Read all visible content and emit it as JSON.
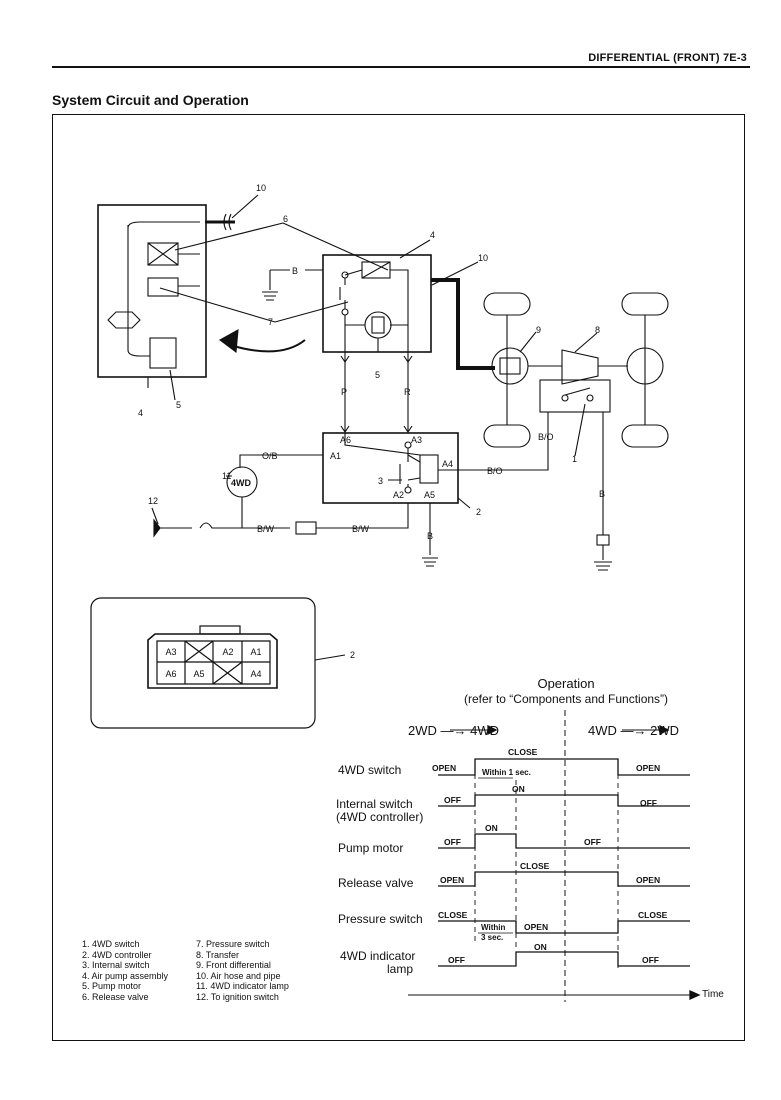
{
  "header": {
    "page_ref": "DIFFERENTIAL (FRONT)   7E-3",
    "section_title": "System Circuit and Operation"
  },
  "circuit": {
    "callouts": [
      "1",
      "2",
      "3",
      "4",
      "5",
      "6",
      "7",
      "8",
      "9",
      "10",
      "11",
      "12"
    ],
    "wire_b": "B",
    "wire_p": "P",
    "wire_r": "R",
    "wire_ob": "O/B",
    "wire_bo": "B/O",
    "wire_bw": "B/W",
    "lamp_label": "4WD",
    "terminals": {
      "a1": "A1",
      "a2": "A2",
      "a3": "A3",
      "a4": "A4",
      "a5": "A5",
      "a6": "A6"
    }
  },
  "connector": {
    "top_row": [
      "A3",
      "",
      "A2",
      "A1"
    ],
    "bottom_row": [
      "A6",
      "A5",
      "",
      "A4"
    ]
  },
  "operation": {
    "title": "Operation",
    "subtitle": "(refer to “Components and Functions”)",
    "phase_left": "2WD —→ 4WD",
    "phase_right": "4WD —→ 2WD",
    "time_label": "Time",
    "rows": [
      {
        "label": "4WD switch",
        "states": [
          "OPEN",
          "CLOSE",
          "OPEN"
        ],
        "note": "Within 1 sec."
      },
      {
        "label": "Internal switch",
        "label2": "(4WD controller)",
        "states": [
          "OFF",
          "ON",
          "OFF"
        ]
      },
      {
        "label": "Pump motor",
        "states": [
          "OFF",
          "ON",
          "OFF"
        ]
      },
      {
        "label": "Release valve",
        "states": [
          "OPEN",
          "CLOSE",
          "OPEN"
        ]
      },
      {
        "label": "Pressure switch",
        "states": [
          "CLOSE",
          "OPEN",
          "CLOSE"
        ],
        "note": "Within",
        "note2": "3 sec."
      },
      {
        "label": "4WD indicator",
        "label2": "lamp",
        "states": [
          "OFF",
          "ON",
          "OFF"
        ]
      }
    ]
  },
  "legend": {
    "left": [
      "1.  4WD switch",
      "2.  4WD controller",
      "3.  Internal switch",
      "4.  Air pump assembly",
      "5.  Pump motor",
      "6.  Release valve"
    ],
    "right": [
      "7.  Pressure switch",
      "8.  Transfer",
      "9.  Front differential",
      "10.  Air hose and pipe",
      "11.  4WD indicator lamp",
      "12.  To ignition switch"
    ]
  }
}
